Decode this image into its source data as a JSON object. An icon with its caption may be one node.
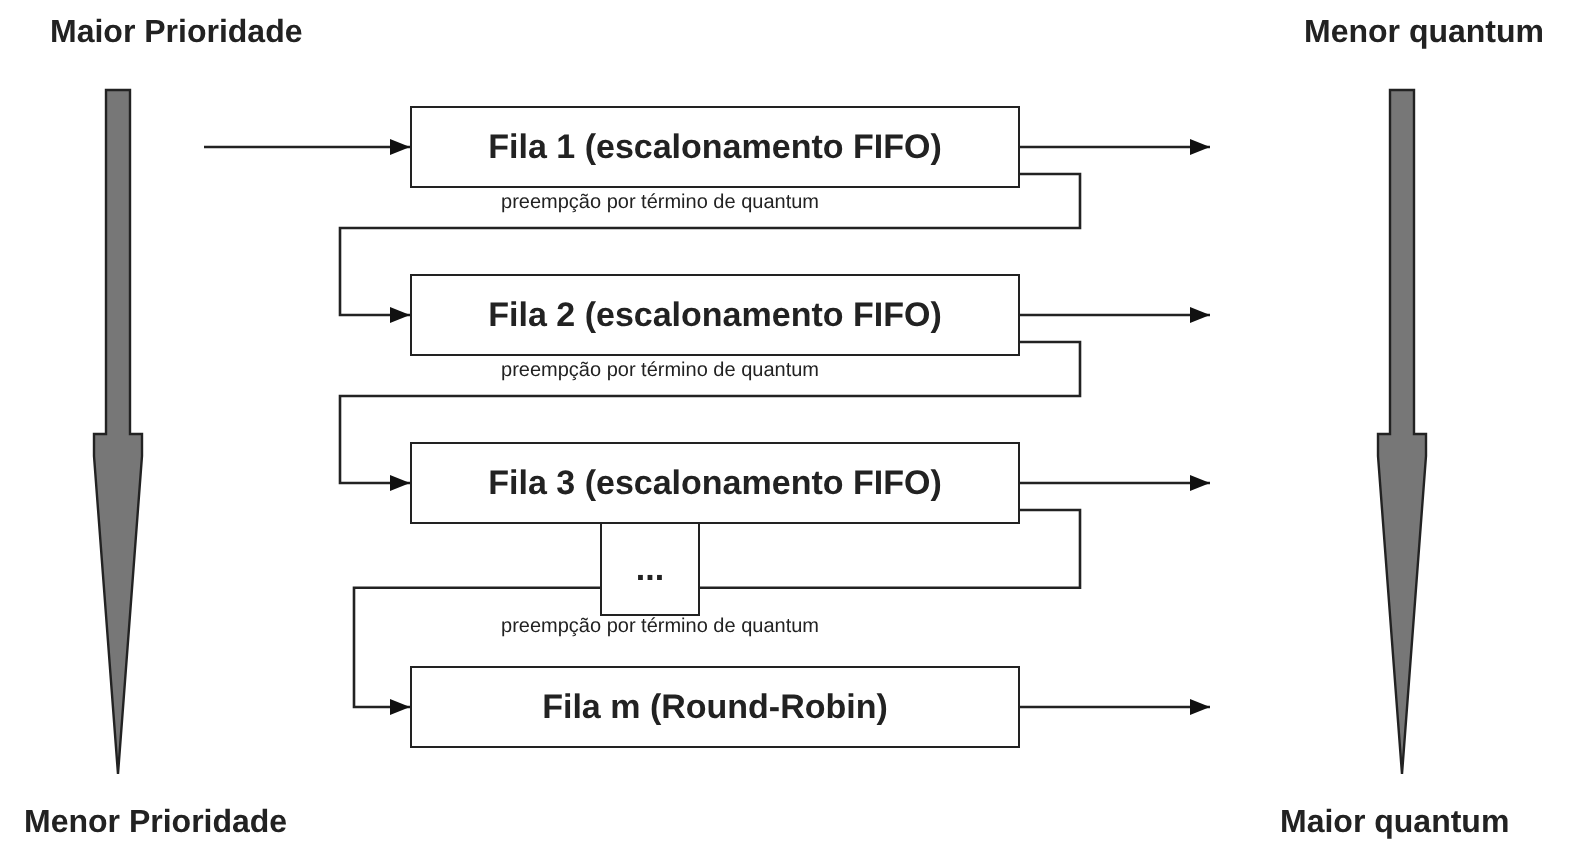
{
  "diagram": {
    "nodes": [
      {
        "text": [
          "Fila 1 (escalonamento FIFO)"
        ]
      },
      {
        "text": [
          "Fila 2 (escalonamento FIFO)"
        ]
      },
      {
        "text": [
          "Fila 3 (escalonamento FIFO)"
        ]
      },
      {
        "text": [
          "..."
        ]
      },
      {
        "text": [
          "Fila m (Round-Robin)"
        ]
      }
    ],
    "edges": [
      {
        "from": null,
        "to": 0,
        "arrow": "to"
      },
      {
        "from": 0,
        "to": null,
        "arrow": "to"
      },
      {
        "from": 0,
        "to": 1,
        "arrow": "to",
        "label": "preempção por término de quantum"
      },
      {
        "from": 1,
        "to": null,
        "arrow": "to"
      },
      {
        "from": 1,
        "to": 2,
        "arrow": "to",
        "label": "preempção por término de quantum"
      },
      {
        "from": 2,
        "to": null,
        "arrow": "to"
      },
      {
        "from": 2,
        "to": 3,
        "arrow": "none"
      },
      {
        "from": 3,
        "to": 4,
        "arrow": "to",
        "label": "preempção por término de quantum"
      },
      {
        "from": 4,
        "to": null,
        "arrow": "to"
      }
    ],
    "labels": [
      "Maior Prioridade",
      "Menor quantum",
      "Menor Prioridade",
      "Maior quantum"
    ]
  }
}
